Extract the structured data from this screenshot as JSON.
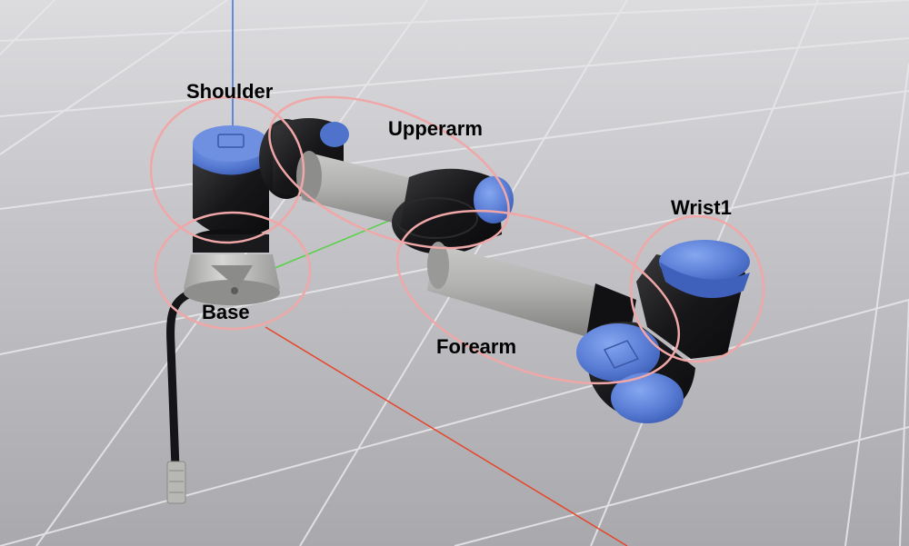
{
  "scene": {
    "labels": {
      "shoulder": "Shoulder",
      "upperarm": "Upperarm",
      "wrist1": "Wrist1",
      "base": "Base",
      "forearm": "Forearm"
    },
    "colors": {
      "background": "#c4c4c8",
      "grid_line": "#e6e6e9",
      "highlight_ellipse": "#f0a7a7",
      "joint_cap_blue": "#5b7fd6",
      "joint_body_black": "#1c1c1e",
      "link_gray": "#a7a7a6",
      "base_gray": "#b3b3b2",
      "axis_x": "#e6452a",
      "axis_y": "#58d048",
      "axis_z": "#3a6fe0"
    }
  }
}
